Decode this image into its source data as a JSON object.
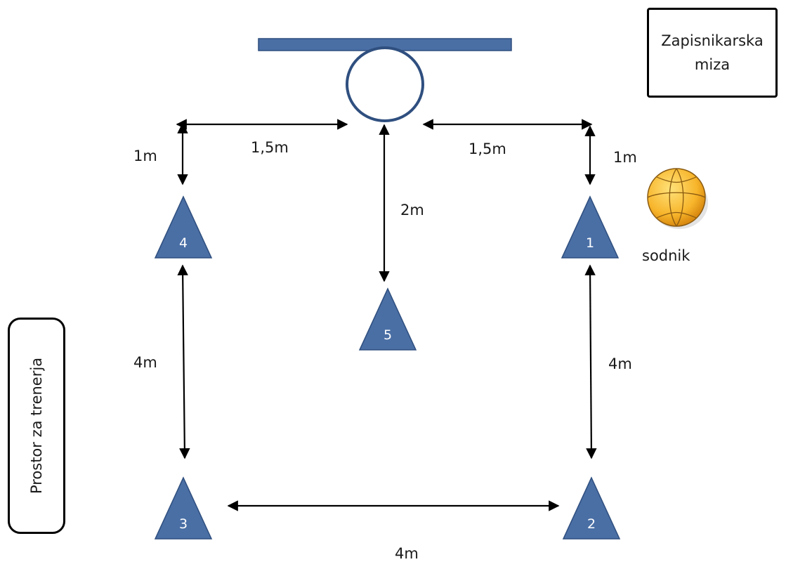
{
  "table": {
    "label": "Zapisnikarska\nmiza"
  },
  "coach_area": {
    "label": "Prostor za trenerja"
  },
  "referee": {
    "label": "sodnik"
  },
  "cones": [
    "1",
    "2",
    "3",
    "4",
    "5"
  ],
  "distances": {
    "left_top_vertical": "1m",
    "left_horizontal": "1,5m",
    "right_horizontal": "1,5m",
    "right_top_vertical": "1m",
    "center_vertical": "2m",
    "left_side": "4m",
    "right_side": "4m",
    "bottom": "4m"
  },
  "colors": {
    "cone": "#4a6fa5",
    "cone_stroke": "#2f4f7f",
    "ball": "#f7b52b"
  }
}
